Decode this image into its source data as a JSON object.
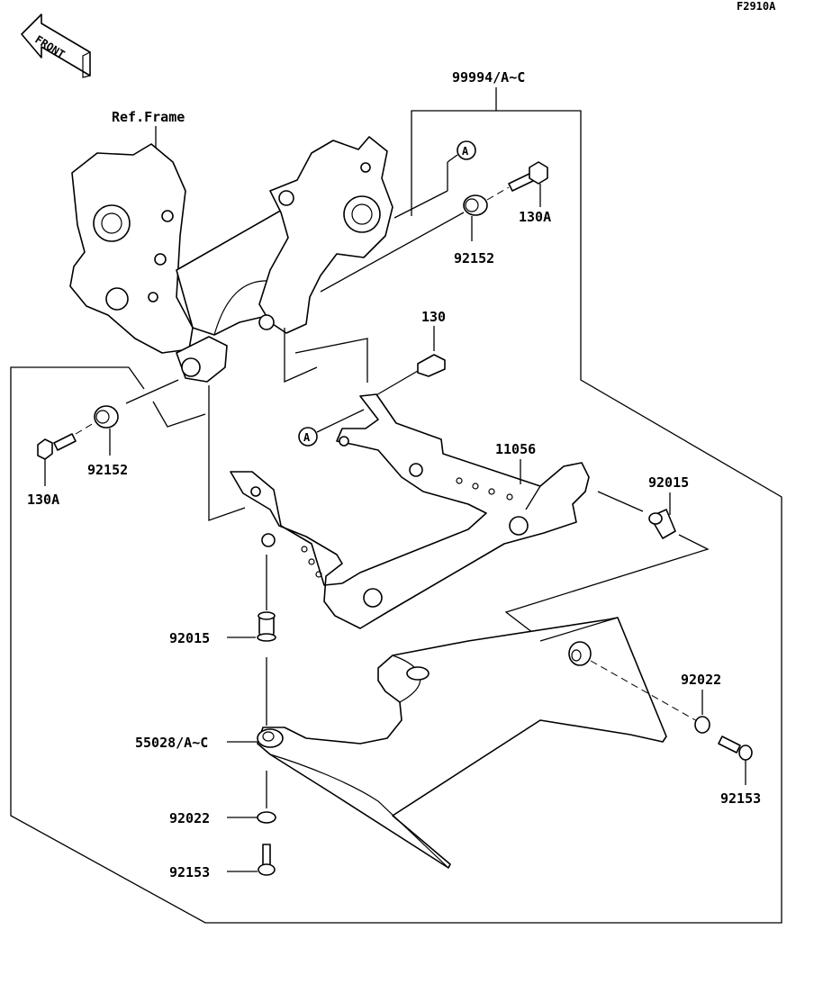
{
  "figure_code": "F2910A",
  "front_label": "FRONT",
  "labels": {
    "kit": "99994/A~C",
    "ref_frame": "Ref.Frame",
    "ref_a": "A",
    "bolt_130a": "130A",
    "collar_92152": "92152",
    "bolt_130": "130",
    "bracket_11056": "11056",
    "grommet_92015": "92015",
    "washer_92022": "92022",
    "screw_92153": "92153",
    "cowl_55028": "55028/A~C"
  }
}
